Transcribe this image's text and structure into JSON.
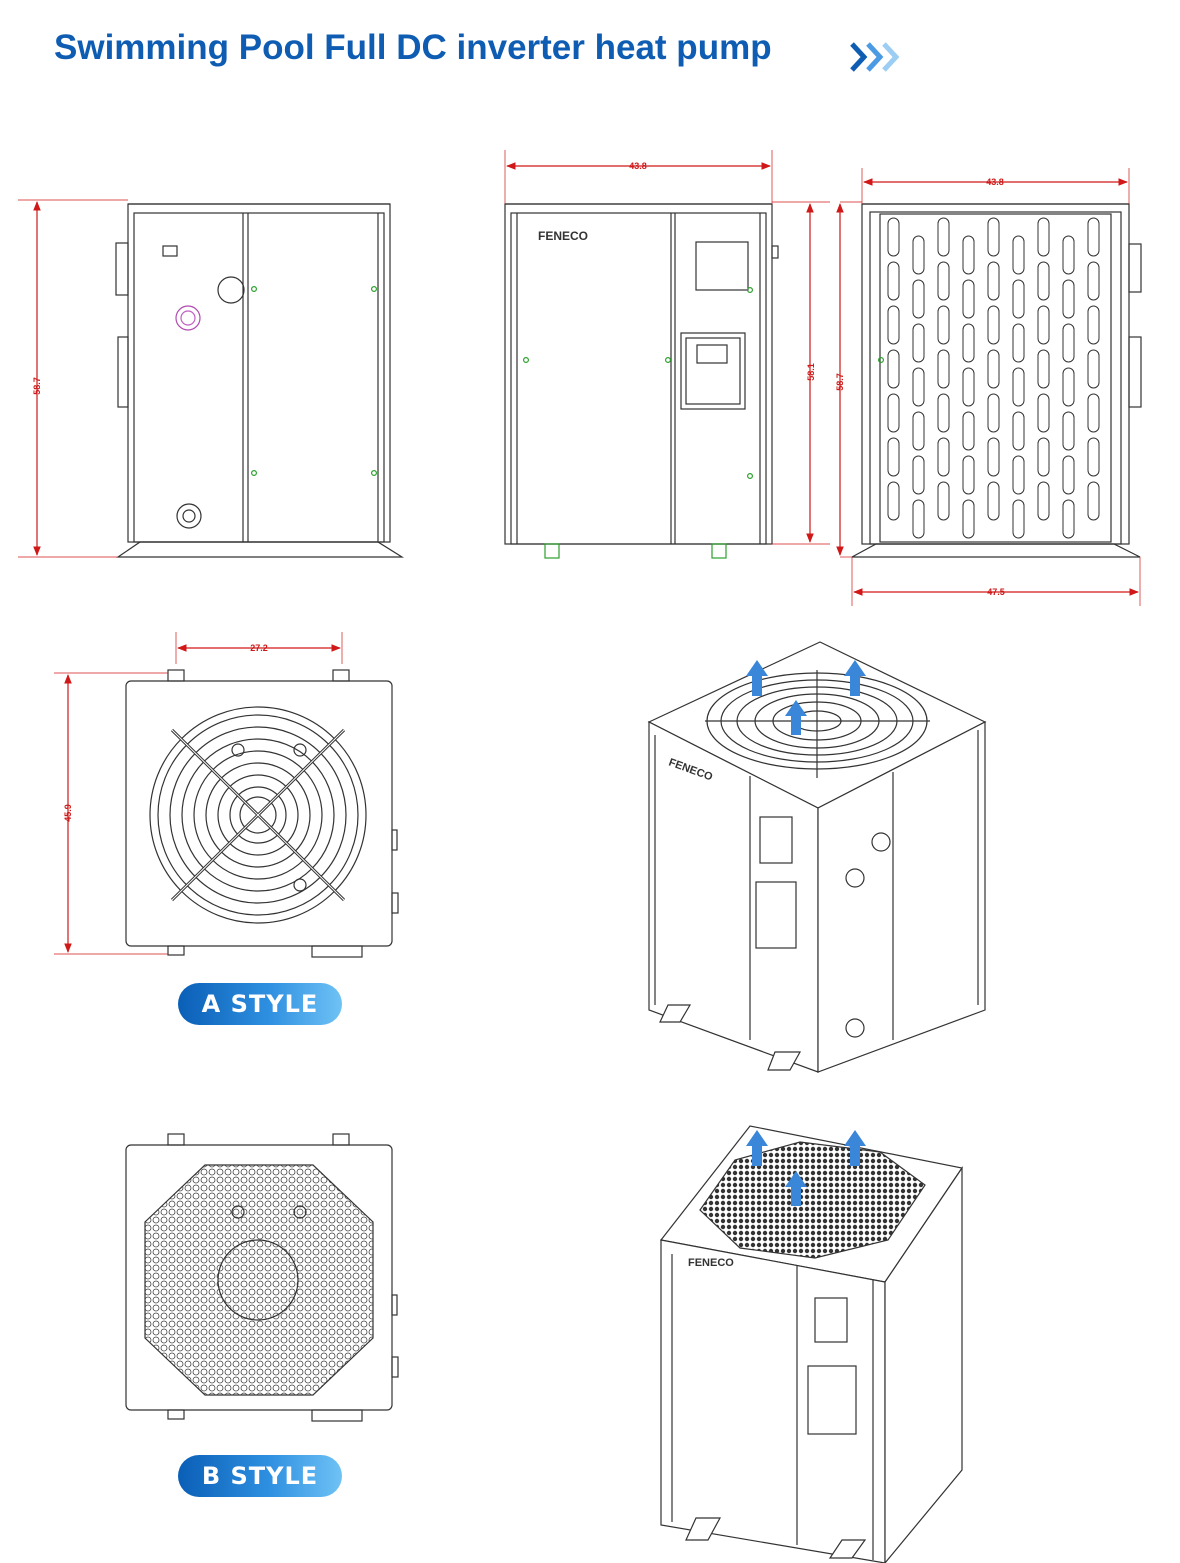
{
  "title": "Swimming Pool Full DC inverter heat pump",
  "brand": "FENECO",
  "dimensions": {
    "side_height": "58.7",
    "front_width": "43.8",
    "front_height": "58.1",
    "back_width": "43.8",
    "back_height": "58.7",
    "base_width": "47.5",
    "top_width": "27.2",
    "top_depth": "45.9"
  },
  "styles": {
    "a_label": "A  STYLE",
    "b_label": "B  STYLE"
  },
  "colors": {
    "title": "#0f5db3",
    "dimension": "#cc1a1a",
    "airflow_arrow": "#3a86d8",
    "pill_start": "#0a5fb6",
    "pill_end": "#6fc2f5"
  }
}
